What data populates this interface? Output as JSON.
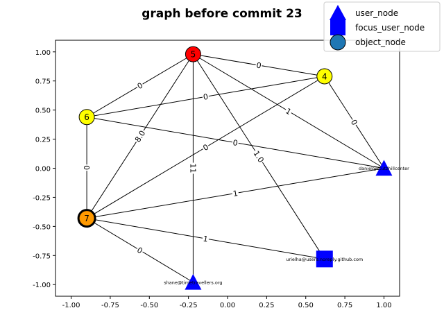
{
  "chart_data": {
    "type": "network",
    "title": "graph before commit 23",
    "xlim": [
      -1.1,
      1.1
    ],
    "ylim": [
      -1.1,
      1.1
    ],
    "xticks": [
      "-1.00",
      "-0.75",
      "-0.50",
      "-0.25",
      "0.00",
      "0.25",
      "0.50",
      "0.75",
      "1.00"
    ],
    "yticks": [
      "1.00",
      "0.75",
      "0.50",
      "0.25",
      "0.00",
      "-0.25",
      "-0.50",
      "-0.75",
      "-1.00"
    ],
    "xtick_values": [
      -1.0,
      -0.75,
      -0.5,
      -0.25,
      0.0,
      0.25,
      0.5,
      0.75,
      1.0
    ],
    "ytick_values": [
      1.0,
      0.75,
      0.5,
      0.25,
      0.0,
      -0.25,
      -0.5,
      -0.75,
      -1.0
    ],
    "legend": {
      "placement": "top-right",
      "entries": [
        {
          "label": "user_node",
          "marker": "triangle",
          "color": "#0000ff"
        },
        {
          "label": "focus_user_node",
          "marker": "square",
          "color": "#0000ff"
        },
        {
          "label": "object_node",
          "marker": "circle",
          "color": "#1f77b4"
        }
      ]
    },
    "nodes": [
      {
        "id": "5",
        "label": "5",
        "kind": "object",
        "x": -0.22,
        "y": 0.98,
        "color": "#ff0000"
      },
      {
        "id": "4",
        "label": "4",
        "kind": "object",
        "x": 0.62,
        "y": 0.79,
        "color": "#ffff00"
      },
      {
        "id": "6",
        "label": "6",
        "kind": "object",
        "x": -0.9,
        "y": 0.44,
        "color": "#ffff00"
      },
      {
        "id": "7",
        "label": "7",
        "kind": "object",
        "x": -0.9,
        "y": -0.43,
        "color": "#ff9900",
        "highlight": true
      },
      {
        "id": "daniel",
        "label": "daniel@stutzhillcenter",
        "kind": "user",
        "x": 1.0,
        "y": 0.0,
        "color": "#0000ff"
      },
      {
        "id": "urielha",
        "label": "urielha@users.noreply.github.com",
        "kind": "focus_user",
        "x": 0.62,
        "y": -0.78,
        "color": "#0000ff"
      },
      {
        "id": "shane",
        "label": "shane@timetravellers.org",
        "kind": "user",
        "x": -0.22,
        "y": -0.98,
        "color": "#0000ff"
      }
    ],
    "edges": [
      {
        "source": "5",
        "target": "4",
        "label": "0"
      },
      {
        "source": "5",
        "target": "6",
        "label": "0"
      },
      {
        "source": "5",
        "target": "7",
        "label": "8.0"
      },
      {
        "source": "5",
        "target": "shane",
        "label": "11"
      },
      {
        "source": "5",
        "target": "urielha",
        "label": "1.0"
      },
      {
        "source": "5",
        "target": "daniel",
        "label": "1"
      },
      {
        "source": "4",
        "target": "6",
        "label": "0"
      },
      {
        "source": "4",
        "target": "7",
        "label": "0"
      },
      {
        "source": "4",
        "target": "daniel",
        "label": "0"
      },
      {
        "source": "6",
        "target": "daniel",
        "label": "0"
      },
      {
        "source": "6",
        "target": "7",
        "label": "0"
      },
      {
        "source": "7",
        "target": "daniel",
        "label": "1"
      },
      {
        "source": "7",
        "target": "urielha",
        "label": "1"
      },
      {
        "source": "7",
        "target": "shane",
        "label": "0"
      }
    ]
  }
}
